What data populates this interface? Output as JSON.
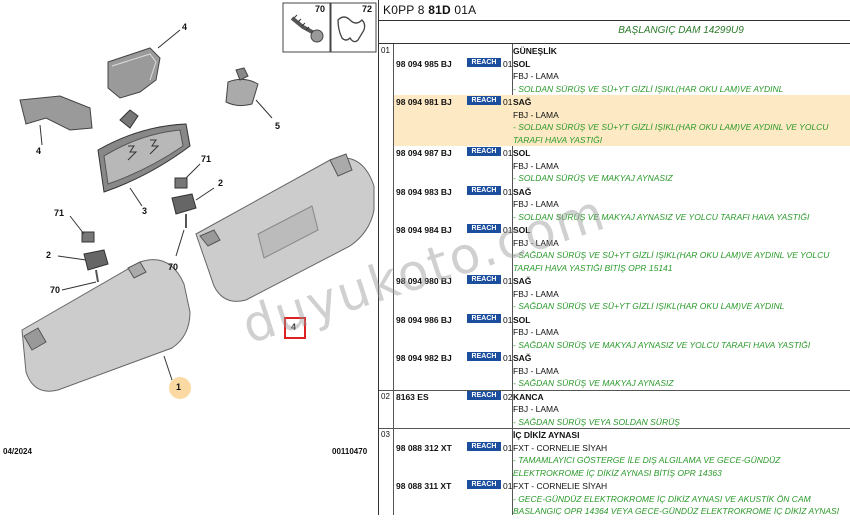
{
  "header": {
    "code_prefix": "K0PP 8",
    "code_bold": "81D",
    "code_suffix": "01A"
  },
  "title": "BAŞLANGIÇ DAM 14299U9",
  "diagram": {
    "thumbs": [
      "70",
      "72"
    ],
    "callouts": [
      "4",
      "4",
      "5",
      "71",
      "2",
      "3",
      "71",
      "70",
      "2",
      "70",
      "1",
      "4"
    ],
    "footer_date": "04/2024",
    "footer_code": "00110470"
  },
  "reach_label": "REACH",
  "groups": [
    {
      "num": "01",
      "heading": "GÜNEŞLİK",
      "rows": [
        {
          "pn": "98 094 985 BJ",
          "qty": "01",
          "name": "SOL",
          "lines": [
            "FBJ - LAMA"
          ],
          "note": "- SOLDAN SÜRÜŞ VE SÜ+YT GİZLİ IŞIKL(HAR OKU LAM)VE AYDINL",
          "hl": false
        },
        {
          "pn": "98 094 981 BJ",
          "qty": "01",
          "name": "SAĞ",
          "lines": [
            "FBJ - LAMA"
          ],
          "note": "- SOLDAN SÜRÜŞ VE SÜ+YT GİZLİ IŞIKL(HAR OKU LAM)VE AYDINL VE YOLCU TARAFI HAVA YASTIĞI",
          "hl": true
        },
        {
          "pn": "98 094 987 BJ",
          "qty": "01",
          "name": "SOL",
          "lines": [
            "FBJ - LAMA"
          ],
          "note": "- SOLDAN SÜRÜŞ VE MAKYAJ AYNASIZ",
          "hl": false
        },
        {
          "pn": "98 094 983 BJ",
          "qty": "01",
          "name": "SAĞ",
          "lines": [
            "FBJ - LAMA"
          ],
          "note": "- SOLDAN SÜRÜŞ VE MAKYAJ AYNASIZ VE YOLCU TARAFI HAVA YASTIĞI",
          "hl": false
        },
        {
          "pn": "98 094 984 BJ",
          "qty": "01",
          "name": "SOL",
          "lines": [
            "FBJ - LAMA"
          ],
          "note": "- SAĞDAN SÜRÜŞ VE SÜ+YT GİZLİ IŞIKL(HAR OKU LAM)VE AYDINL VE YOLCU TARAFI HAVA YASTIĞI BİTİŞ OPR 15141",
          "hl": false
        },
        {
          "pn": "98 094 980 BJ",
          "qty": "01",
          "name": "SAĞ",
          "lines": [
            "FBJ - LAMA"
          ],
          "note": "- SAĞDAN SÜRÜŞ VE SÜ+YT GİZLİ IŞIKL(HAR OKU LAM)VE AYDINL",
          "hl": false
        },
        {
          "pn": "98 094 986 BJ",
          "qty": "01",
          "name": "SOL",
          "lines": [
            "FBJ - LAMA"
          ],
          "note": "- SAĞDAN SÜRÜŞ VE MAKYAJ AYNASIZ VE YOLCU TARAFI HAVA YASTIĞI",
          "hl": false
        },
        {
          "pn": "98 094 982 BJ",
          "qty": "01",
          "name": "SAĞ",
          "lines": [
            "FBJ - LAMA"
          ],
          "note": "- SAĞDAN SÜRÜŞ VE MAKYAJ AYNASIZ",
          "hl": false
        }
      ]
    },
    {
      "num": "02",
      "heading": "",
      "rows": [
        {
          "pn": "8163 ES",
          "qty": "02",
          "name": "KANCA",
          "lines": [
            "FBJ - LAMA"
          ],
          "note": "- SAĞDAN SÜRÜŞ VEYA SOLDAN SÜRÜŞ",
          "hl": false
        }
      ]
    },
    {
      "num": "03",
      "heading": "İÇ DİKİZ AYNASI",
      "rows": [
        {
          "pn": "98 088 312 XT",
          "qty": "01",
          "name": "",
          "lines": [
            "FXT - CORNELIE SİYAH"
          ],
          "note": "- TAMAMLAYICI GÖSTERGE İLE DIŞ ALGILAMA VE GECE-GÜNDÜZ ELEKTROKROME İÇ DİKİZ AYNASI BİTİŞ OPR 14363",
          "hl": false
        },
        {
          "pn": "98 088 311 XT",
          "qty": "01",
          "name": "",
          "lines": [
            "FXT - CORNELIE SİYAH"
          ],
          "note": "- GECE-GÜNDÜZ ELEKTROKROME İÇ DİKİZ AYNASI VE AKUSTİK ÖN CAM BASLANGIÇ OPR 14364 VEYA GECE-GÜNDÜZ ELEKTROKROME İÇ DİKİZ AYNASI",
          "hl": false
        }
      ]
    }
  ],
  "watermark": "duyukoto.com"
}
